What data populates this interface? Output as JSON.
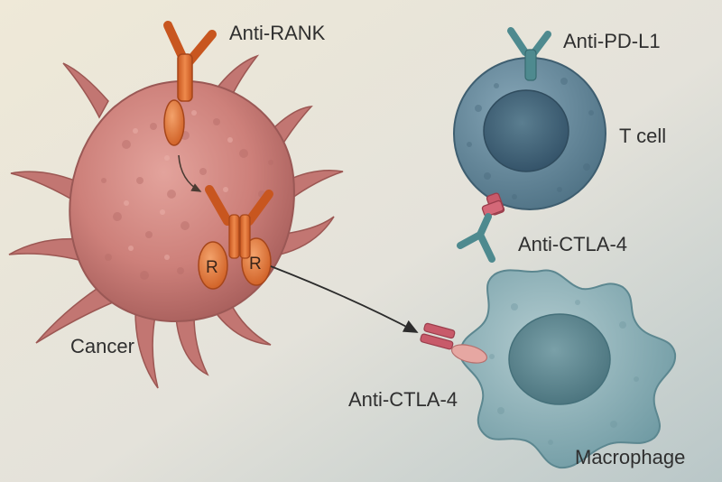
{
  "labels": {
    "anti_rank": "Anti-RANK",
    "anti_pdl1": "Anti-PD-L1",
    "t_cell": "T cell",
    "anti_ctla4_top": "Anti-CTLA-4",
    "cancer": "Cancer",
    "anti_ctla4_bottom": "Anti-CTLA-4",
    "macrophage": "Macrophage",
    "receptor_left": "R",
    "receptor_right": "R"
  },
  "colors": {
    "background": "#ece7dc",
    "cancer_cell": "#c97a76",
    "antibody_orange": "#d9692e",
    "t_cell": "#5f8296",
    "t_cell_nucleus": "#3f5f72",
    "macrophage": "#8aaeb5",
    "macrophage_nucleus": "#58808a",
    "ctla4_pink": "#c85a6a",
    "teal_antibody": "#4e8a8f"
  }
}
